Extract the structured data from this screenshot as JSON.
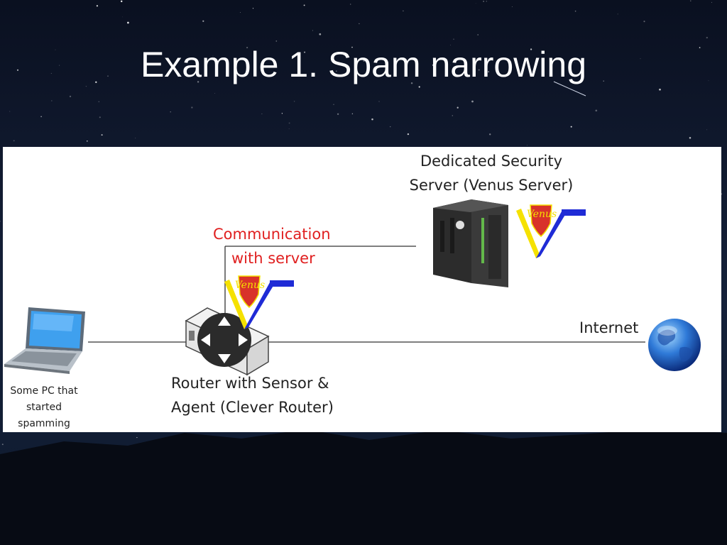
{
  "slide": {
    "title": "Example 1. Spam narrowing"
  },
  "diagram": {
    "pc": {
      "label_lines": [
        "Some PC that",
        "started",
        "spamming"
      ]
    },
    "router": {
      "label_lines": [
        "Router with Sensor &",
        "Agent (Clever Router)"
      ]
    },
    "server": {
      "label_lines": [
        "Dedicated Security",
        "Server (Venus Server)"
      ]
    },
    "communication": {
      "label_lines": [
        "Communication",
        "with server"
      ]
    },
    "internet": {
      "label": "Internet"
    },
    "logo": {
      "text": "Venus"
    }
  },
  "colors": {
    "accent_red": "#e02020",
    "logo_yellow": "#f5e100",
    "logo_blue": "#1f2bd6",
    "logo_shield": "#d8322a"
  }
}
